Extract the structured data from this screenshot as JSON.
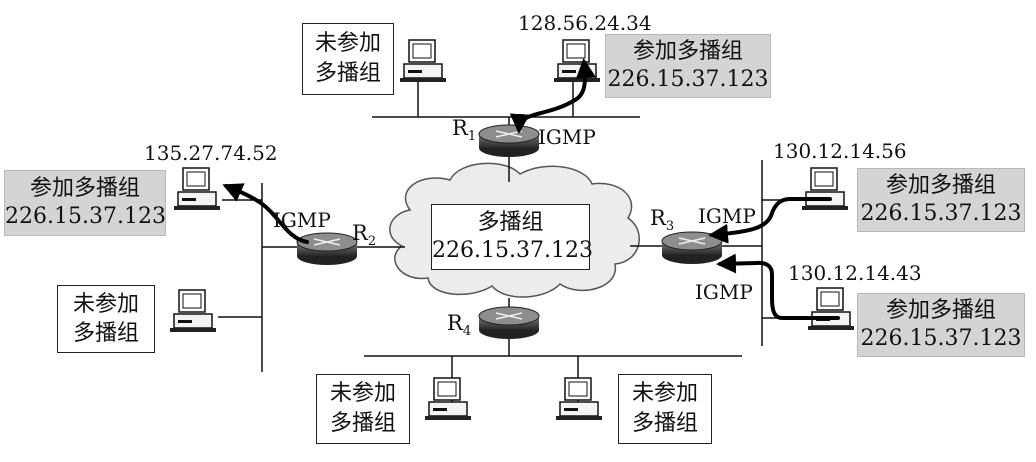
{
  "hosts": {
    "top_ip": "128.56.24.34",
    "left_ip": "135.27.74.52",
    "right1_ip": "130.12.14.56",
    "right2_ip": "130.12.14.43"
  },
  "routers": {
    "r1": {
      "letter": "R",
      "sub": "1"
    },
    "r2": {
      "letter": "R",
      "sub": "2"
    },
    "r3": {
      "letter": "R",
      "sub": "3"
    },
    "r4": {
      "letter": "R",
      "sub": "4"
    }
  },
  "protocol_label": "IGMP",
  "group": {
    "title": "多播组",
    "address": "226.15.37.123"
  },
  "joined": {
    "line1": "参加多播组",
    "line2": "226.15.37.123"
  },
  "not_joined": {
    "line1": "未参加",
    "line2": "多播组"
  }
}
